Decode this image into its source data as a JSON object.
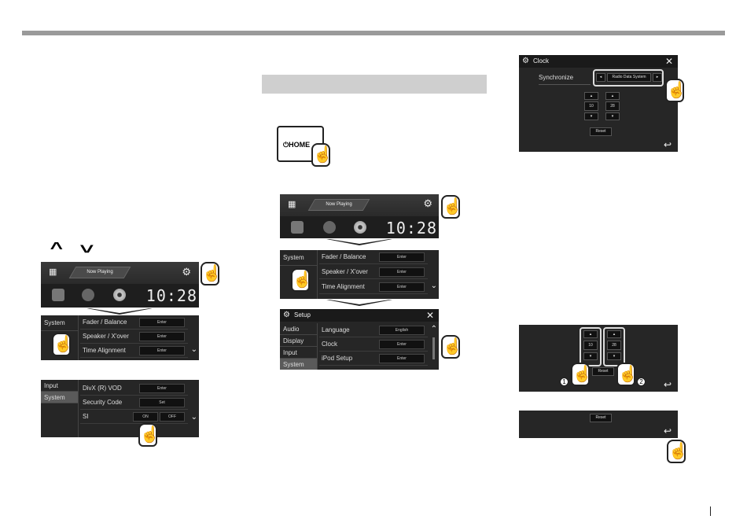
{
  "home_screen": {
    "now_playing": "Now Playing",
    "time": "10:28"
  },
  "arrows": {
    "up": "up-arrow",
    "down": "down-arrow"
  },
  "home_button": {
    "label": "HOME",
    "icon": "power-icon"
  },
  "settings_list": {
    "side_item": "System",
    "rows": [
      {
        "label": "Fader / Balance",
        "button": "Enter"
      },
      {
        "label": "Speaker / X'over",
        "button": "Enter"
      },
      {
        "label": "Time Alignment",
        "button": "Enter"
      }
    ]
  },
  "system_list": {
    "side": [
      "Input",
      "System"
    ],
    "rows": [
      {
        "label": "DivX (R) VOD",
        "button": "Enter"
      },
      {
        "label": "Security Code",
        "button": "Set"
      },
      {
        "label": "SI",
        "on": "ON",
        "off": "OFF"
      }
    ]
  },
  "setup": {
    "title": "Setup",
    "side": [
      "Audio",
      "Display",
      "Input",
      "System"
    ],
    "rows": [
      {
        "label": "Language",
        "button": "English"
      },
      {
        "label": "Clock",
        "button": "Enter"
      },
      {
        "label": "iPod Setup",
        "button": "Enter"
      }
    ]
  },
  "clock": {
    "title": "Clock",
    "sync_label": "Synchronize",
    "sync_value": "Radio Data System",
    "hour": "10",
    "minute": "28",
    "reset": "Reset"
  },
  "callouts": [
    "1",
    "2"
  ]
}
